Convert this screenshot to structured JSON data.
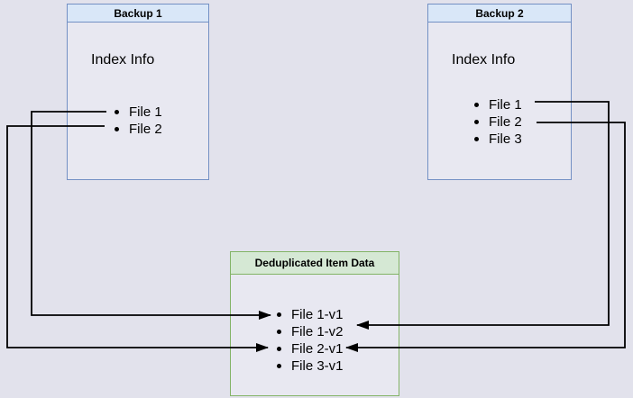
{
  "boxes": {
    "backup1": {
      "title": "Backup 1",
      "subtitle": "Index Info",
      "items": [
        "File 1",
        "File 2"
      ]
    },
    "backup2": {
      "title": "Backup 2",
      "subtitle": "Index Info",
      "items": [
        "File 1",
        "File 2",
        "File 3"
      ]
    },
    "dedup": {
      "title": "Deduplicated Item Data",
      "items": [
        "File 1-v1",
        "File 1-v2",
        "File 2-v1",
        "File 3-v1"
      ]
    }
  },
  "connections": [
    {
      "from": "Backup 1 / File 1",
      "to": "Deduplicated Item Data / File 1-v1",
      "side": "left"
    },
    {
      "from": "Backup 1 / File 2",
      "to": "Deduplicated Item Data / File 2-v1",
      "side": "left"
    },
    {
      "from": "Backup 2 / File 1",
      "to": "Deduplicated Item Data / File 1-v2",
      "side": "right"
    },
    {
      "from": "Backup 2 / File 2",
      "to": "Deduplicated Item Data / File 2-v1",
      "side": "right"
    }
  ],
  "colors": {
    "background": "#e2e2ec",
    "box_fill": "#e8e8f1",
    "blue_header_fill": "#d9e7f8",
    "blue_border": "#7390c4",
    "green_header_fill": "#d5e8d4",
    "green_border": "#82b366",
    "arrow": "#000000",
    "text": "#000000"
  }
}
